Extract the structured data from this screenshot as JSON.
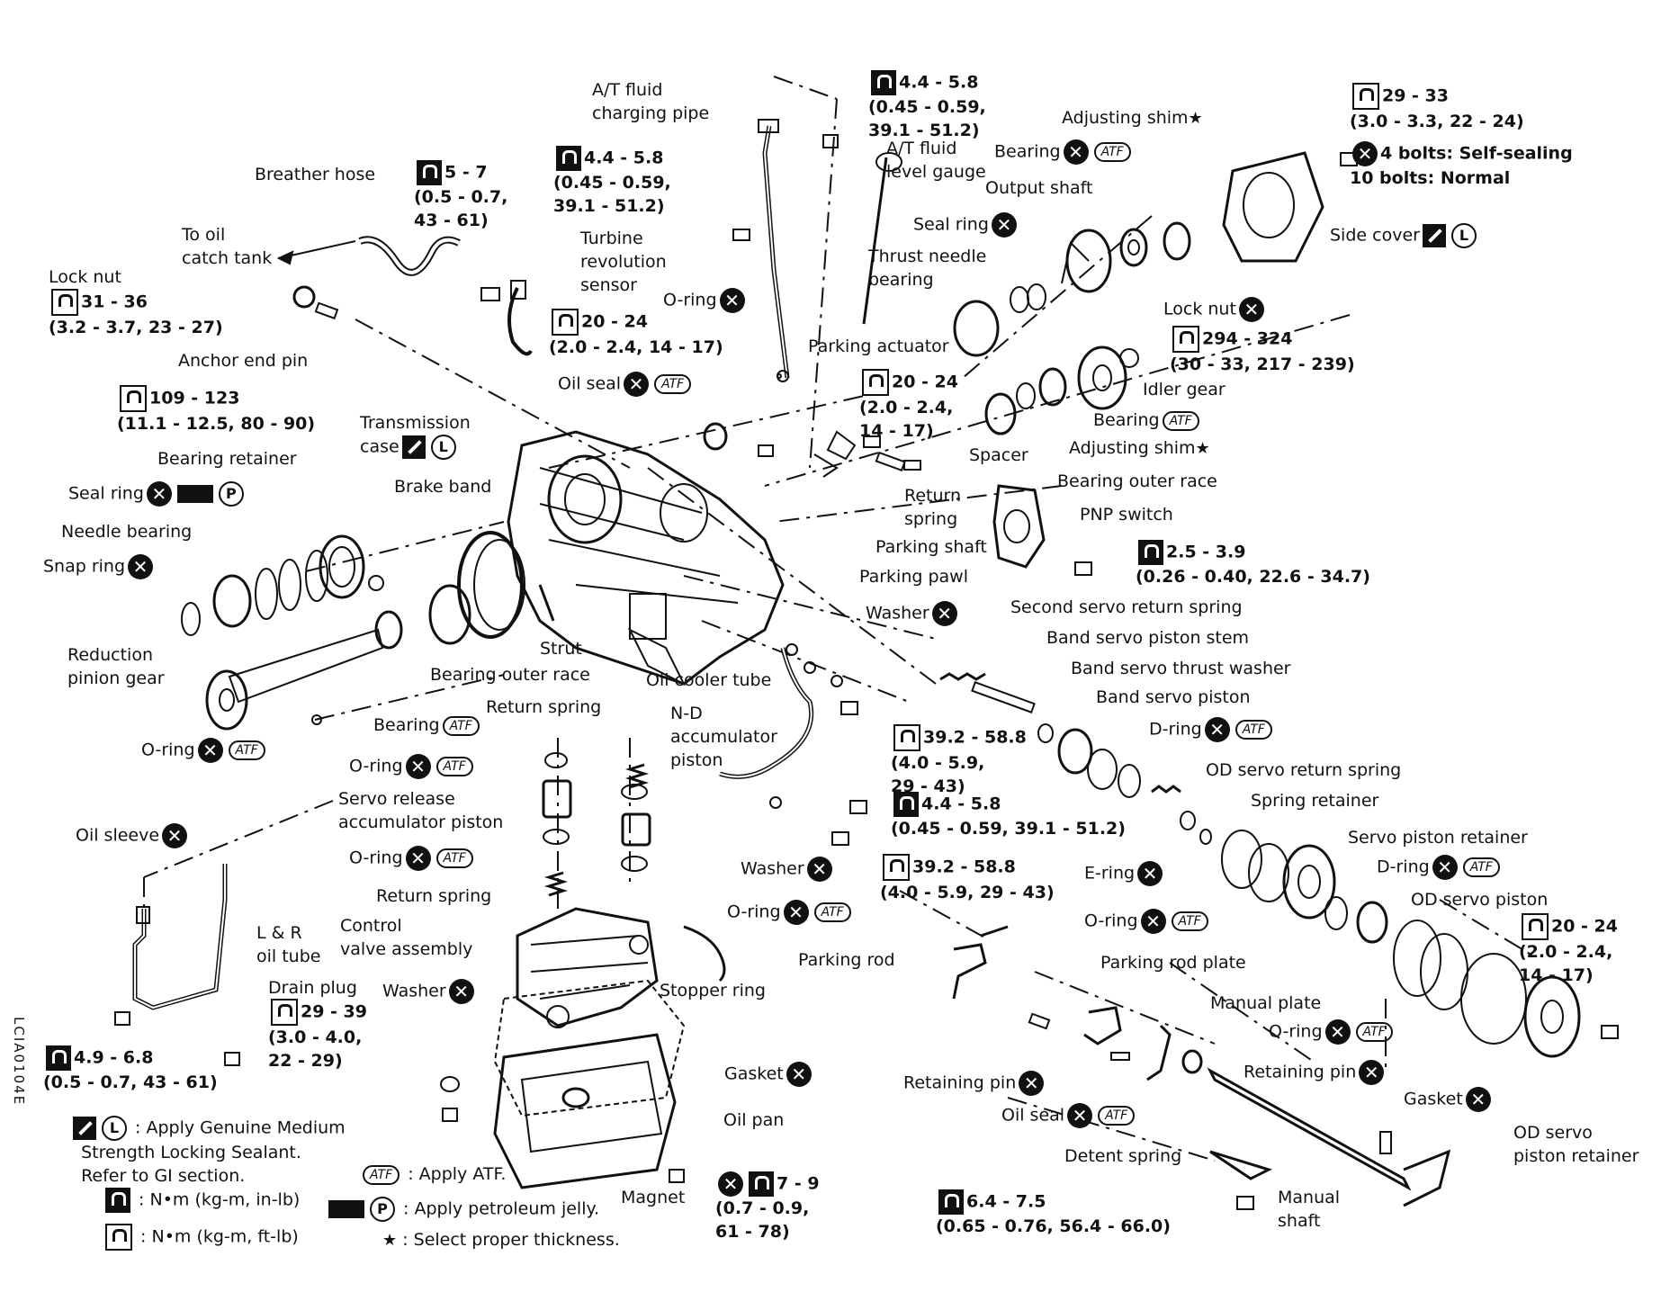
{
  "labels": {
    "breather_hose": "Breather hose",
    "to_oil_catch_tank": "To oil\ncatch tank",
    "lock_nut_left": "Lock nut",
    "anchor_end_pin": "Anchor end pin",
    "fluid_charging_pipe": "A/T fluid\ncharging pipe",
    "turbine_sensor": "Turbine\nrevolution\nsensor",
    "fluid_level_gauge": "A/T fluid\nlevel gauge",
    "o_ring_top": "O-ring",
    "oil_seal_top": "Oil seal",
    "adjusting_shim_top": "Adjusting shim",
    "bearing_top": "Bearing",
    "output_shaft": "Output shaft",
    "seal_ring_mid": "Seal ring",
    "thrust_needle_bearing": "Thrust needle\nbearing",
    "side_cover": "Side cover",
    "bolts_note": "4 bolts: Self-sealing\n10 bolts: Normal",
    "lock_nut_right": "Lock nut",
    "idler_gear": "Idler gear",
    "bearing_right": "Bearing",
    "adjusting_shim_right": "Adjusting shim",
    "bearing_outer_race_right": "Bearing outer race",
    "parking_actuator": "Parking actuator",
    "spacer": "Spacer",
    "return_spring_right": "Return\nspring",
    "pnp_switch": "PNP switch",
    "parking_shaft": "Parking shaft",
    "parking_pawl": "Parking pawl",
    "transmission_case": "Transmission\ncase",
    "bearing_retainer": "Bearing retainer",
    "seal_ring_left": "Seal ring",
    "needle_bearing": "Needle bearing",
    "snap_ring": "Snap ring",
    "brake_band": "Brake band",
    "reduction_pinion_gear": "Reduction\npinion gear",
    "strut": "Strut",
    "bearing_outer_race_left": "Bearing outer race",
    "oil_cooler_tube": "Oil cooler tube",
    "washer_mid": "Washer",
    "second_servo_return_spring": "Second servo return spring",
    "band_servo_piston_stem": "Band servo piston stem",
    "band_servo_thrust_washer": "Band servo thrust washer",
    "band_servo_piston": "Band servo piston",
    "d_ring_top": "D-ring",
    "od_servo_return_spring": "OD servo return spring",
    "spring_retainer": "Spring retainer",
    "servo_piston_retainer": "Servo piston retainer",
    "e_ring": "E-ring",
    "d_ring_mid": "D-ring",
    "od_servo_piston": "OD servo piston",
    "o_ring_right": "O-ring",
    "o_ring_far_right": "O-ring",
    "bearing_bottom": "Bearing",
    "return_spring_mid": "Return spring",
    "nd_accumulator_piston": "N-D\naccumulator\npiston",
    "o_ring_left": "O-ring",
    "o_ring_mid1": "O-ring",
    "servo_release_accumulator_piston": "Servo release\naccumulator piston",
    "oil_sleeve": "Oil sleeve",
    "o_ring_mid2": "O-ring",
    "return_spring_low": "Return spring",
    "washer_low": "Washer",
    "o_ring_mid3": "O-ring",
    "control_valve_assembly": "Control\nvalve assembly",
    "lr_oil_tube": "L & R\noil tube",
    "stopper_ring": "Stopper ring",
    "parking_rod": "Parking rod",
    "parking_rod_plate": "Parking rod plate",
    "drain_plug": "Drain plug",
    "washer_bottom": "Washer",
    "manual_plate": "Manual plate",
    "gasket_pan": "Gasket",
    "retaining_pin_left": "Retaining pin",
    "retaining_pin_right": "Retaining pin",
    "gasket_right": "Gasket",
    "oil_pan": "Oil pan",
    "oil_seal_bottom": "Oil seal",
    "od_servo_piston_retainer": "OD servo\npiston retainer",
    "detent_spring": "Detent spring",
    "magnet": "Magnet",
    "manual_shaft": "Manual\nshaft"
  },
  "torque": {
    "t_charging_pipe": "4.4 - 5.8\n(0.45 - 0.59,\n39.1 - 51.2)",
    "t_breather": "5 - 7\n(0.5 - 0.7,\n43 - 61)",
    "t_turbine": "4.4 - 5.8\n(0.45 - 0.59,\n39.1 - 51.2)",
    "t_side_cover": "29 - 33\n(3.0 - 3.3, 22 - 24)",
    "t_lock_nut_left": "31 - 36\n(3.2 - 3.7, 23 - 27)",
    "t_case_top": "20 - 24\n(2.0 - 2.4, 14 - 17)",
    "t_lock_nut_right": "294 - 324\n(30 - 33, 217 - 239)",
    "t_actuator": "20 - 24\n(2.0 - 2.4,\n14 - 17)",
    "t_bearing_retainer": "109 - 123\n(11.1 - 12.5, 80 - 90)",
    "t_pnp": "2.5 - 3.9\n(0.26 - 0.40, 22.6 - 34.7)",
    "t_cooler1": "39.2 - 58.8\n(4.0 - 5.9,\n29 - 43)",
    "t_cooler2": "4.4 - 5.8\n(0.45 - 0.59, 39.1 - 51.2)",
    "t_cooler3": "39.2 - 58.8\n(4.0 - 5.9, 29 - 43)",
    "t_od_servo": "20 - 24\n(2.0 - 2.4,\n14 - 17)",
    "t_drain": "29 - 39\n(3.0 - 4.0,\n22 - 29)",
    "t_lr_tube": "4.9 - 6.8\n(0.5 - 0.7, 43 - 61)",
    "t_pan": "7 - 9\n(0.7 - 0.9,\n61 - 78)",
    "t_manual_shaft": "6.4 - 7.5\n(0.65 - 0.76, 56.4 - 66.0)"
  },
  "legend": {
    "sealant": ": Apply Genuine Medium\n  Strength Locking Sealant.\n  Refer to GI section.",
    "atf": ": Apply ATF.",
    "nm_in_lb": ": N•m (kg-m, in-lb)",
    "jelly": ": Apply petroleum jelly.",
    "nm_ft_lb": ": N•m (kg-m, ft-lb)",
    "star": ": Select proper thickness."
  },
  "badges": {
    "atf": "ATF",
    "loctite": "L",
    "jelly": "P",
    "star": "★",
    "x": "✕"
  },
  "icons": [
    "replace-x-icon",
    "atf-icon",
    "torque-wrench-icon",
    "sealant-icon",
    "petroleum-jelly-icon"
  ],
  "drawing_code": "LCIA0104E"
}
